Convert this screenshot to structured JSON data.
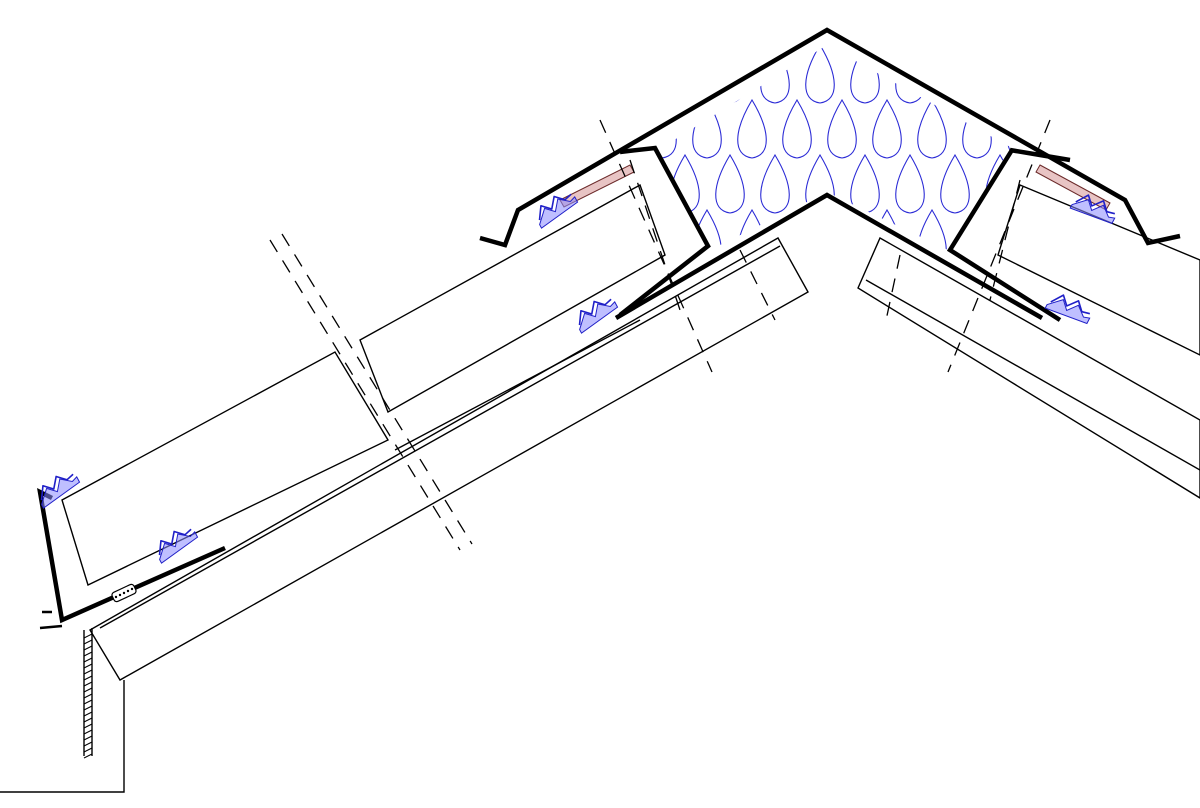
{
  "diagram": {
    "type": "roof-ridge-section-detail",
    "labels": []
  },
  "colors": {
    "background": "#ffffff",
    "line": "#000000",
    "clip": "#2020c8",
    "clip_fill": "#8a8aff",
    "insulation": "#2b2bd6",
    "sealant": "#e8c4c4"
  },
  "components": [
    "ridge-flashing",
    "insulation-fill",
    "left-roof-panel",
    "right-roof-panel",
    "left-tiles",
    "right-tiles",
    "panel-clips",
    "eave-flashing",
    "fascia-board",
    "break-lines"
  ]
}
